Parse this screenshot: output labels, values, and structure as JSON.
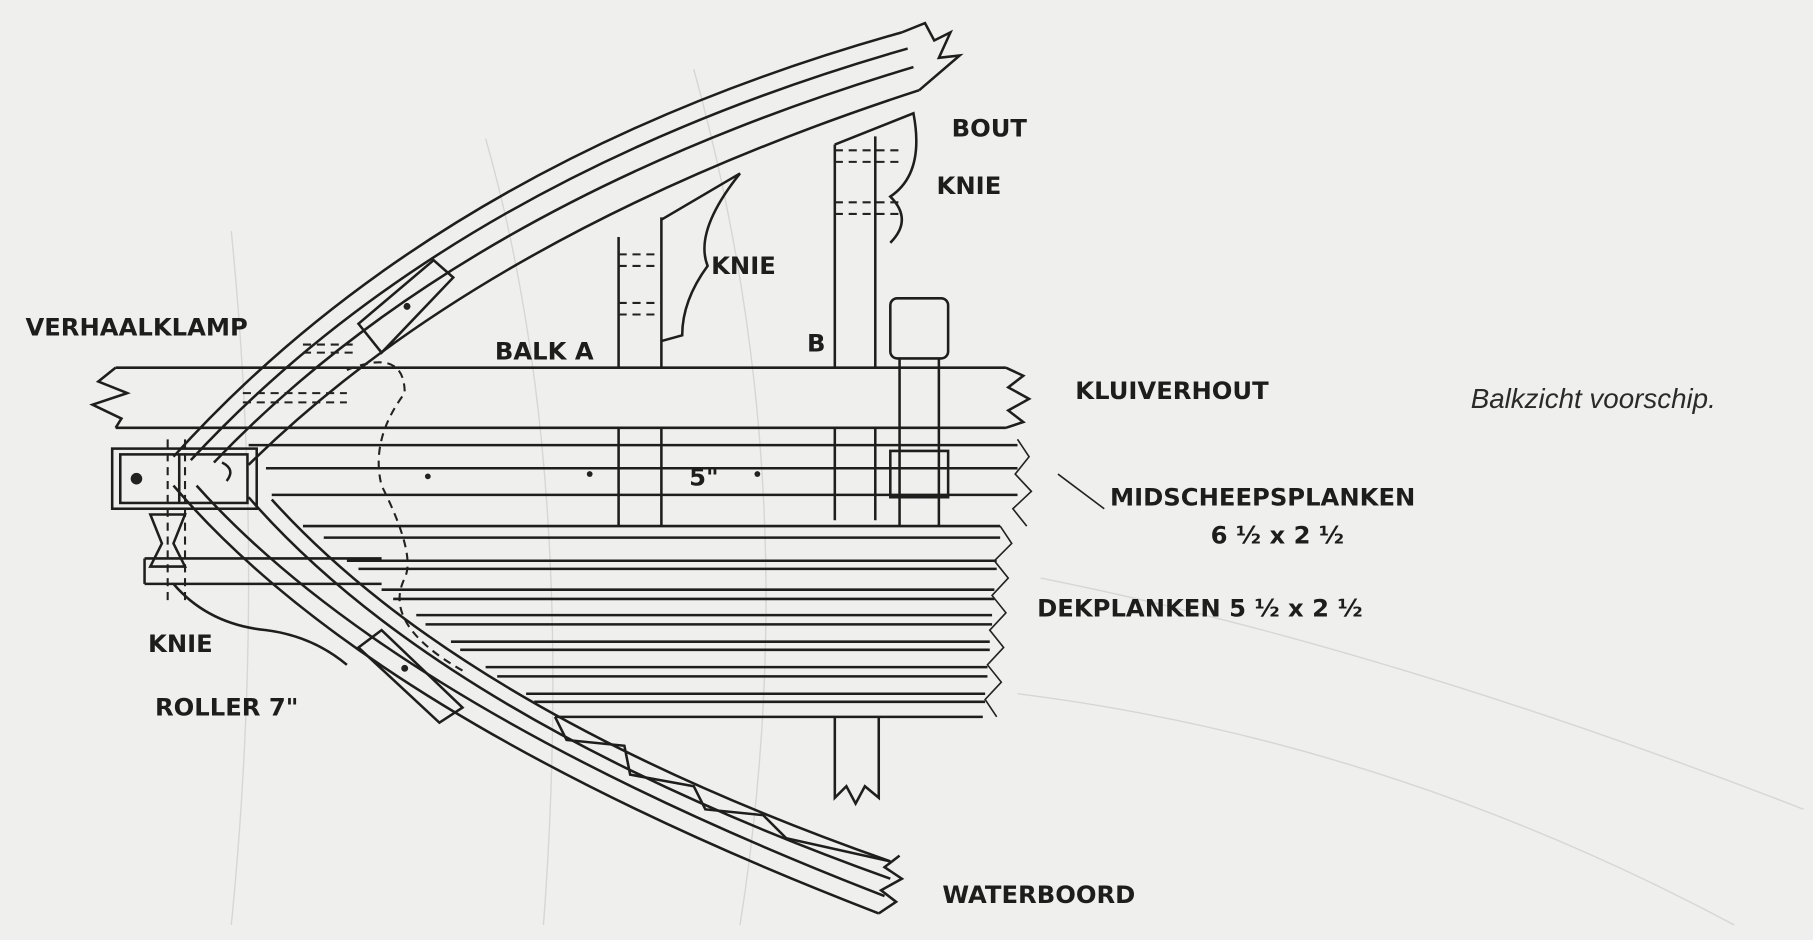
{
  "caption": "Balkzicht voorschip.",
  "labels": {
    "bout": "BOUT",
    "knie_top": "KNIE",
    "knie_mid": "KNIE",
    "verhaalklamp": "VERHAALKLAMP",
    "balk_a": "BALK A",
    "b": "B",
    "kluiverhout": "KLUIVERHOUT",
    "five_inch": "5\"",
    "midscheepsplanken": "MIDSCHEEPSPLANKEN",
    "midscheepsplanken_size": "6 ½ x 2 ½",
    "dekplanken": "DEKPLANKEN 5 ½ x 2 ½",
    "knie_low": "KNIE",
    "roller": "ROLLER 7\"",
    "waterboord": "WATERBOORD"
  }
}
